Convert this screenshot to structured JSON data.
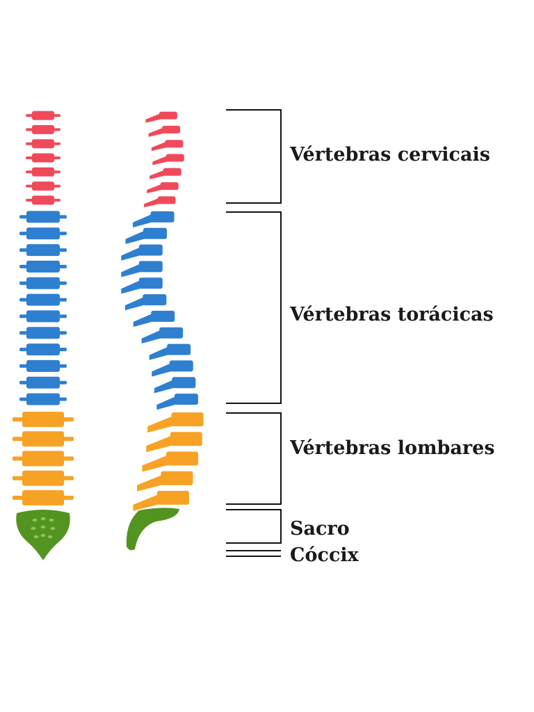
{
  "colors": {
    "cervical": "#f04a5a",
    "thoracic": "#2f7fd0",
    "lumbar": "#f7a225",
    "sacrum": "#52941f",
    "bracket": "#111111",
    "text": "#1a1a1a"
  },
  "regions": [
    {
      "id": "cervical",
      "label": "Vértebras cervicais",
      "count": 7
    },
    {
      "id": "thoracic",
      "label": "Vértebras torácicas",
      "count": 12
    },
    {
      "id": "lumbar",
      "label": "Vértebras lombares",
      "count": 5
    },
    {
      "id": "sacrum",
      "label": "Sacro"
    },
    {
      "id": "coccyx",
      "label": "Cóccix"
    }
  ]
}
